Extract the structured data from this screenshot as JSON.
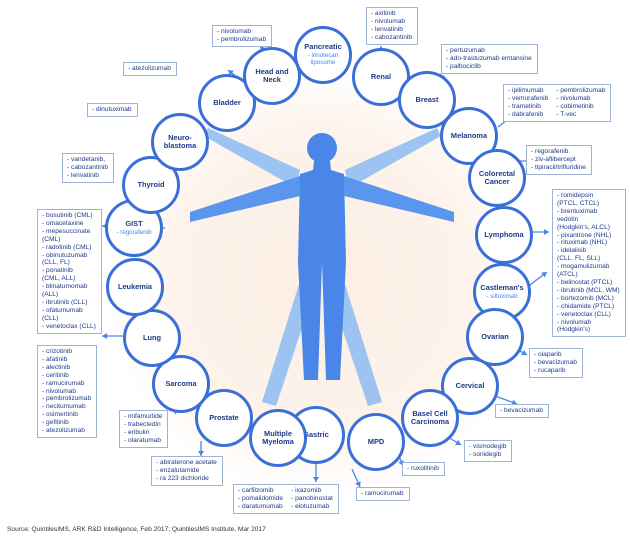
{
  "colors": {
    "ring": "#3a6fd8",
    "name_text": "#1e3a8a",
    "sub_text": "#4a86e8",
    "glow": "#fdeee2",
    "figure": "#4a86e8",
    "figure_light": "#9cc3f2",
    "arrow": "#4a86e8",
    "box_border": "#9fb3d6"
  },
  "icons": {
    "figure": "vitruvian-man-figure",
    "arrow": "arrowhead"
  },
  "nodes": [
    {
      "name": "Pancreatic",
      "sub": "- irinotecan liposome"
    },
    {
      "name": "Renal",
      "sub": ""
    },
    {
      "name": "Breast",
      "sub": ""
    },
    {
      "name": "Melanoma",
      "sub": ""
    },
    {
      "name": "Colorectal Cancer",
      "sub": ""
    },
    {
      "name": "Lymphoma",
      "sub": ""
    },
    {
      "name": "Castleman's",
      "sub": "- siltuximab"
    },
    {
      "name": "Ovarian",
      "sub": ""
    },
    {
      "name": "Cervical",
      "sub": ""
    },
    {
      "name": "Basel Cell Carcinoma",
      "sub": ""
    },
    {
      "name": "MPD",
      "sub": ""
    },
    {
      "name": "Gastric",
      "sub": ""
    },
    {
      "name": "Multiple Myeloma",
      "sub": ""
    },
    {
      "name": "Prostate",
      "sub": ""
    },
    {
      "name": "Sarcoma",
      "sub": ""
    },
    {
      "name": "Lung",
      "sub": ""
    },
    {
      "name": "Leukemia",
      "sub": ""
    },
    {
      "name": "GIST",
      "sub": "- regorafenib"
    },
    {
      "name": "Thyroid",
      "sub": ""
    },
    {
      "name": "Neuro-blastoma",
      "sub": ""
    },
    {
      "name": "Bladder",
      "sub": ""
    },
    {
      "name": "Head and Neck",
      "sub": ""
    }
  ],
  "drug_lists": [
    {
      "key": "renal",
      "items": [
        "- axitinib",
        "- nivolumab",
        "- lenvatinib",
        "- cabozantinib"
      ]
    },
    {
      "key": "head_neck",
      "items": [
        "- nivolumab",
        "- pembrolizumab"
      ]
    },
    {
      "key": "bladder",
      "items": [
        "- atezolizumab"
      ]
    },
    {
      "key": "breast",
      "items": [
        "- pertuzumab",
        "- ado-trastuzumab emtansine",
        "- palbociclib"
      ]
    },
    {
      "key": "melanoma",
      "columns": [
        [
          "- ipilimumab",
          "- vemurafenib",
          "- trametinib",
          "- dabrafenib"
        ],
        [
          "- pembrolizumab",
          "- nivolumab",
          "- cobimetinib",
          "- T-vec"
        ]
      ]
    },
    {
      "key": "neuroblastoma",
      "items": [
        "- dinutuximab"
      ]
    },
    {
      "key": "colorectal",
      "items": [
        "- regorafenib",
        "- ziv-aflibercept",
        "- tipiracil/trifluridine"
      ]
    },
    {
      "key": "thyroid",
      "items": [
        "- vandetanib,",
        "- cabozantinib",
        "- lenvatinib"
      ]
    },
    {
      "key": "lymphoma",
      "items": [
        "- romidepsin",
        "(PTCL, CTCL)",
        "- brentuximab",
        "vedotin",
        "(Hodgkin's, ALCL)",
        "- pixantrone (NHL)",
        "- rituximab (NHL)",
        "- idelalisib",
        "(CLL, FL, SLL)",
        "- mogamulizumab",
        "(ATCL)",
        "- belinostat (PTCL)",
        "- ibrutinib (MCL, WM)",
        "- bortezomib (MCL)",
        "- chidamide (PTCL)",
        "- venetoclax (CLL)",
        "- nivolumab",
        "(Hodgkin's)"
      ]
    },
    {
      "key": "leukemia",
      "items": [
        "- bosutinib (CML)",
        "- omacetaxine",
        "- mepesuccinate",
        "(CML)",
        "- radotinib (CML)",
        "- obinutuzumab",
        "(CLL, FL)",
        "- ponatinib",
        "(CML, ALL)",
        "- blinatumomab",
        "(ALL)",
        "- ibrutinib (CLL)",
        "- ofatumumab",
        "(CLL)",
        "- venetoclax (CLL)"
      ]
    },
    {
      "key": "lung",
      "items": [
        "- crizotinib",
        "- afatinib",
        "- alectinib",
        "- ceritinib",
        "- ramucirumab",
        "- nivolumab",
        "- pembrolizumab",
        "- necitumumab",
        "- osimertinib",
        "- gefitinib",
        "- atezolizumab"
      ]
    },
    {
      "key": "ovarian",
      "items": [
        "- olaparib",
        "- bevacizumab",
        "- rucaparib"
      ]
    },
    {
      "key": "cervical",
      "items": [
        "- bevacizumab"
      ]
    },
    {
      "key": "sarcoma",
      "items": [
        "- mifamurtide",
        "- trabectedin",
        "- eribulin",
        "- olaratumab"
      ]
    },
    {
      "key": "bcc",
      "items": [
        "- vismodegib",
        "- sonidegib"
      ]
    },
    {
      "key": "prostate",
      "items": [
        "- abiraterone acetate",
        "- enzalutamide",
        "- ra 223 dichloride"
      ]
    },
    {
      "key": "mpd",
      "items": [
        "- ruxolitinib"
      ]
    },
    {
      "key": "myeloma",
      "columns": [
        [
          "- carfilzomib",
          "- pomalidomide",
          "- daratumumab"
        ],
        [
          "- ixazomib",
          "- panobinostat",
          "- elotuzumab"
        ]
      ]
    },
    {
      "key": "gastric",
      "items": [
        "- ramucirumab"
      ]
    }
  ],
  "source": "Source: QuintilesIMS, ARK R&D Intelligence, Feb 2017; QuintilesIMS Institute, Mar 2017"
}
